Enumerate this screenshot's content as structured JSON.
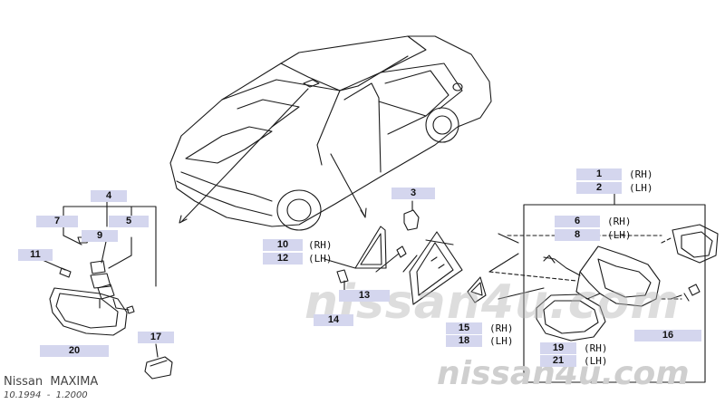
{
  "vehicle": {
    "model": "Nissan  MAXIMA",
    "production_range": "10.1994  -  1.2000"
  },
  "watermark": {
    "center_text": "nissan4u.com",
    "corner_text": "nissan4u.com"
  },
  "callouts": [
    {
      "ref": "1",
      "side": "(RH)"
    },
    {
      "ref": "2",
      "side": "(LH)"
    },
    {
      "ref": "3"
    },
    {
      "ref": "4"
    },
    {
      "ref": "5"
    },
    {
      "ref": "6",
      "side": "(RH)"
    },
    {
      "ref": "7"
    },
    {
      "ref": "8",
      "side": "(LH)"
    },
    {
      "ref": "9"
    },
    {
      "ref": "10",
      "side": "(RH)"
    },
    {
      "ref": "11"
    },
    {
      "ref": "12",
      "side": "(LH)"
    },
    {
      "ref": "13"
    },
    {
      "ref": "14"
    },
    {
      "ref": "15",
      "side": "(RH)"
    },
    {
      "ref": "16"
    },
    {
      "ref": "17"
    },
    {
      "ref": "18",
      "side": "(LH)"
    },
    {
      "ref": "19",
      "side": "(RH)"
    },
    {
      "ref": "20"
    },
    {
      "ref": "21",
      "side": "(LH)"
    }
  ],
  "colors": {
    "label_bg": "#d4d6ee",
    "line": "#1a1a1a",
    "watermark": "#cfcfcf"
  }
}
